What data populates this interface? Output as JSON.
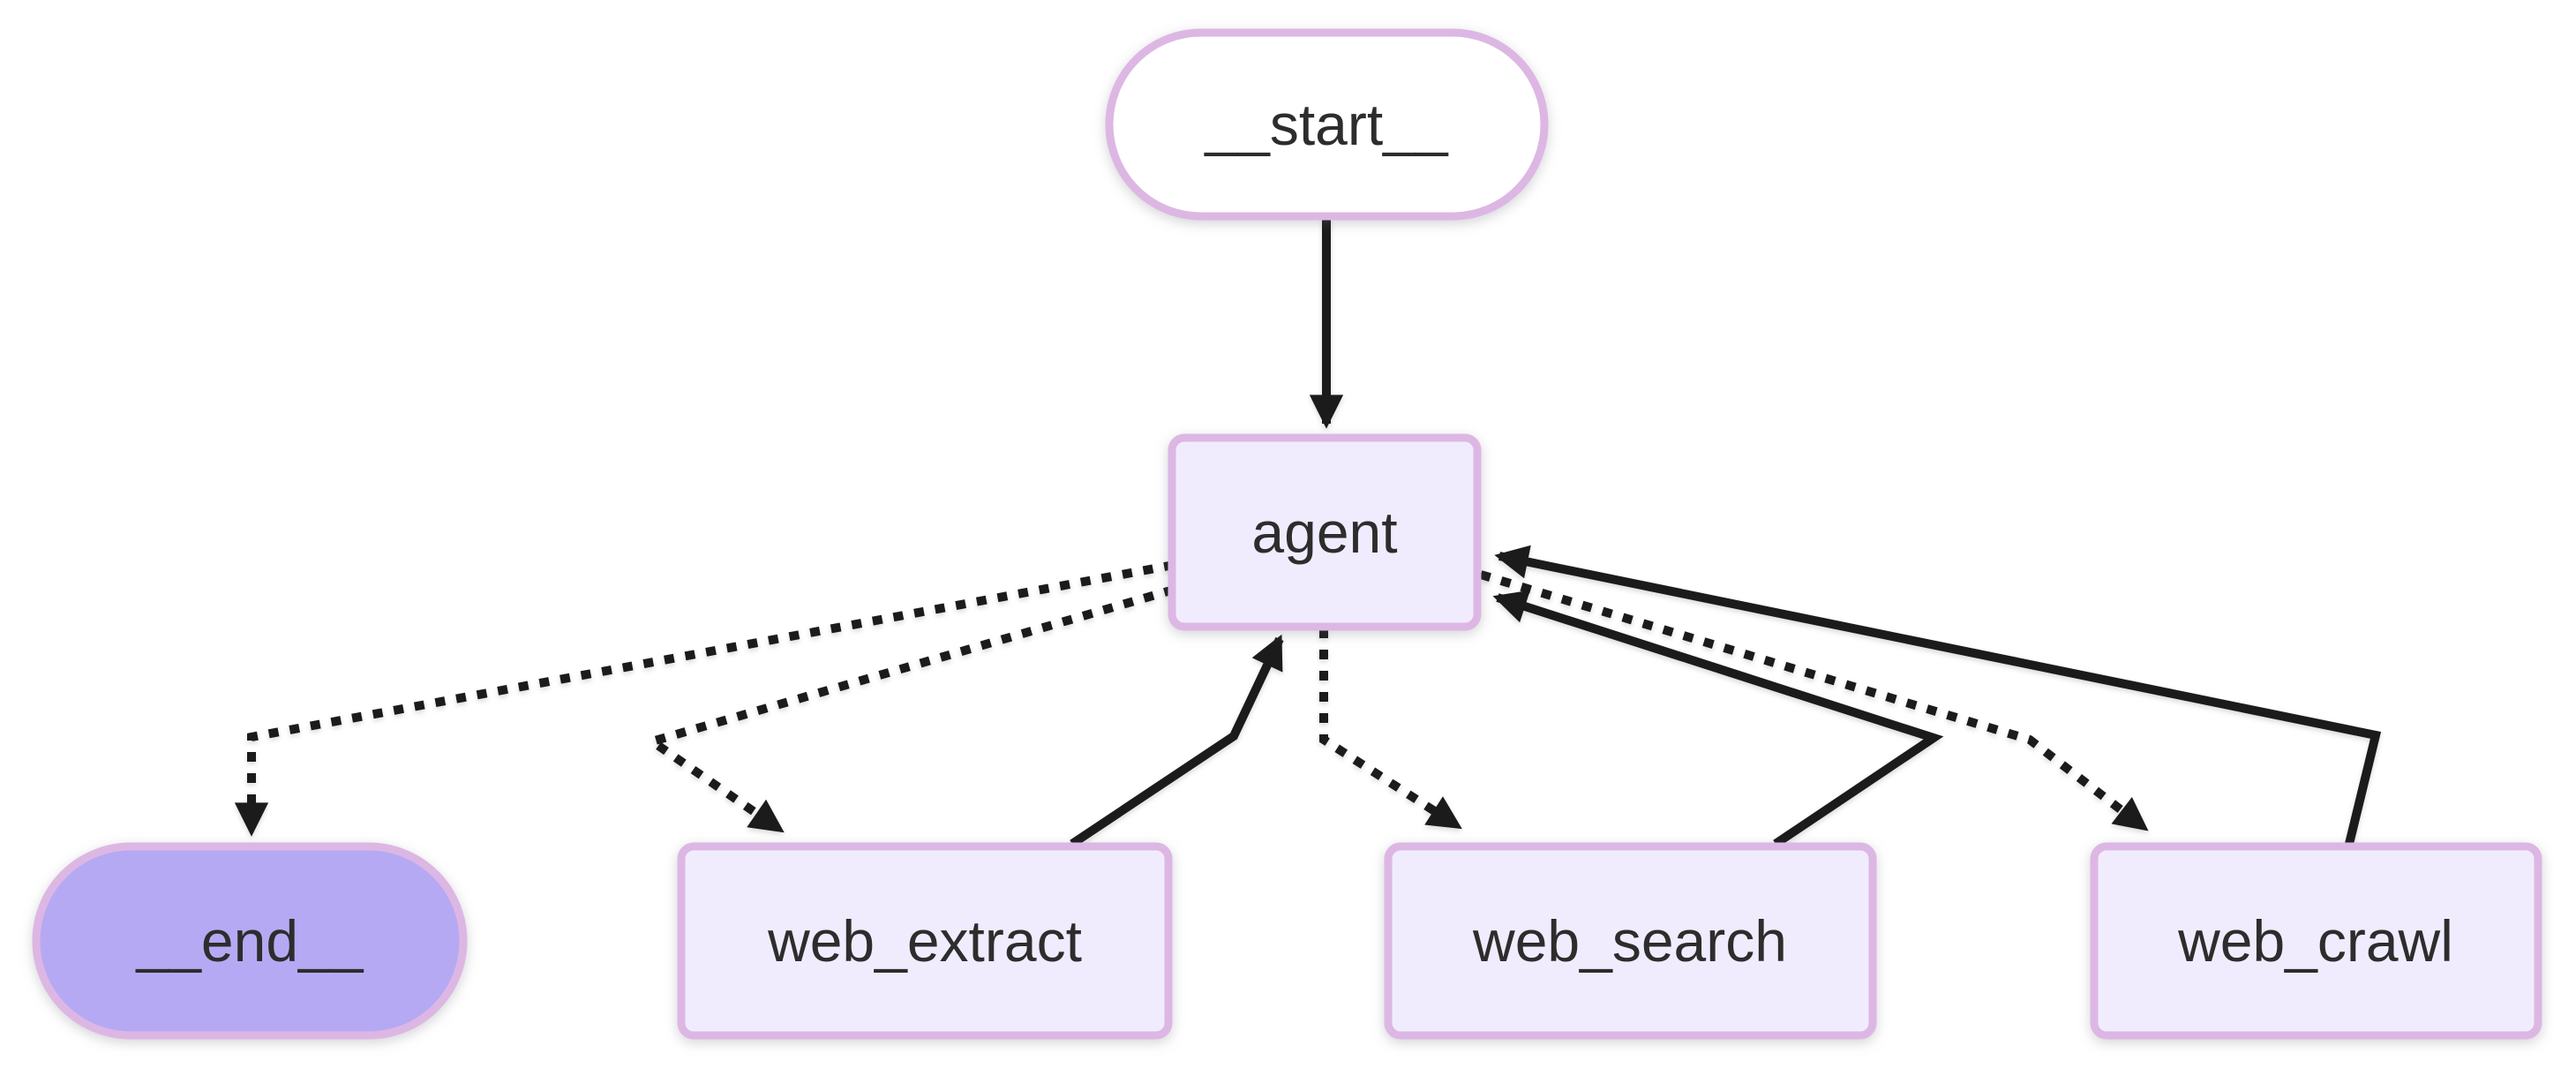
{
  "diagram": {
    "type": "state-graph",
    "background_color": "#ffffff",
    "edge_color": "#1b1b1b",
    "node_border_color": "#ddb7e3",
    "node_fill_default": "#f0ecfd",
    "node_fill_start": "#ffffff",
    "node_fill_end": "#b6a9f4",
    "label_color": "#2d2d2d",
    "nodes": [
      {
        "id": "__start__",
        "label": "__start__",
        "shape": "stadium",
        "role": "start"
      },
      {
        "id": "agent",
        "label": "agent",
        "shape": "rect",
        "role": "default"
      },
      {
        "id": "__end__",
        "label": "__end__",
        "shape": "stadium",
        "role": "end"
      },
      {
        "id": "web_extract",
        "label": "web_extract",
        "shape": "rect",
        "role": "default"
      },
      {
        "id": "web_search",
        "label": "web_search",
        "shape": "rect",
        "role": "default"
      },
      {
        "id": "web_crawl",
        "label": "web_crawl",
        "shape": "rect",
        "role": "default"
      }
    ],
    "edges": [
      {
        "from": "__start__",
        "to": "agent",
        "style": "solid"
      },
      {
        "from": "agent",
        "to": "__end__",
        "style": "dotted"
      },
      {
        "from": "agent",
        "to": "web_extract",
        "style": "dotted"
      },
      {
        "from": "web_extract",
        "to": "agent",
        "style": "solid"
      },
      {
        "from": "agent",
        "to": "web_search",
        "style": "dotted"
      },
      {
        "from": "web_search",
        "to": "agent",
        "style": "solid"
      },
      {
        "from": "agent",
        "to": "web_crawl",
        "style": "dotted"
      },
      {
        "from": "web_crawl",
        "to": "agent",
        "style": "solid"
      }
    ]
  }
}
